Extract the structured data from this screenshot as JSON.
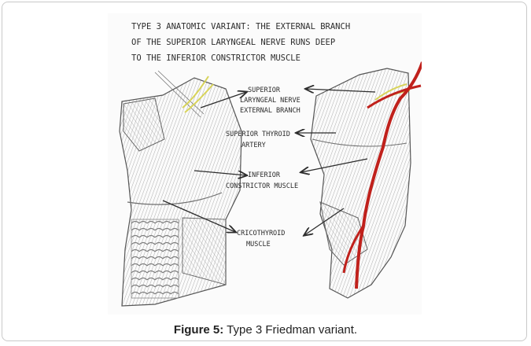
{
  "figure": {
    "title_lines": [
      "TYPE 3 ANATOMIC VARIANT: THE EXTERNAL BRANCH",
      "OF THE SUPERIOR LARYNGEAL NERVE RUNS DEEP",
      "TO THE INFERIOR CONSTRICTOR MUSCLE"
    ],
    "labels": {
      "slnerve": [
        "SUPERIOR",
        "LARYNGEAL NERVE",
        "EXTERNAL BRANCH"
      ],
      "thyroid_artery": [
        "SUPERIOR THYROID",
        "ARTERY"
      ],
      "inferior_constrictor": [
        "INFERIOR",
        "CONSTRICTOR MUSCLE"
      ],
      "cricothyroid": [
        "CRICOTHYROID",
        "MUSCLE"
      ]
    },
    "colors": {
      "artery": "#c0211c",
      "nerve": "#d8d45a",
      "pencil": "#3a3a3a"
    }
  },
  "caption": {
    "label": "Figure 5:",
    "text": " Type 3 Friedman variant."
  }
}
